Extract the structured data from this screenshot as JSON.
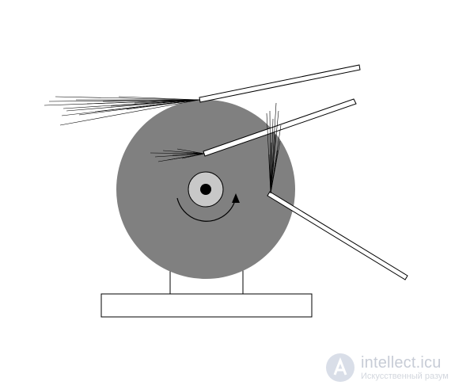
{
  "diagram": {
    "description_free": true,
    "colors": {
      "wheel": "#808080",
      "hub_ring": "#c8c8c8",
      "hub_center": "#000000",
      "outline": "#000000",
      "base_fill": "#ffffff",
      "tool_fill": "#ffffff",
      "sparks": "#000000"
    },
    "rotation_direction": "counter-clockwise-arrow"
  },
  "watermark": {
    "brand": "intellect.icu",
    "tagline": "Искусственный разум",
    "logo_icon": "letter-a-circle-icon"
  }
}
